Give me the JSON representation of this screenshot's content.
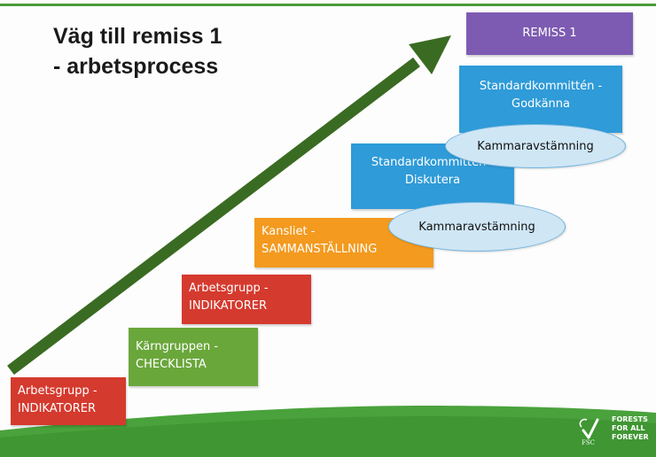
{
  "title": {
    "line1": "Väg till remiss 1",
    "line2": "- arbetsprocess"
  },
  "steps": [
    {
      "line1": "Arbetsgrupp -",
      "line2": "INDIKATORER",
      "color": "#d53a2e"
    },
    {
      "line1": "Kärngruppen -",
      "line2": "CHECKLISTA",
      "color": "#6aa73b"
    },
    {
      "line1": "Arbetsgrupp -",
      "line2": "INDIKATORER",
      "color": "#d53a2e"
    },
    {
      "line1": "Kansliet -",
      "line2": "SAMMANSTÄLLNING",
      "color": "#f39a1f"
    },
    {
      "line1": "Standardkommittén -",
      "line2": "Diskutera",
      "color": "#2f9bd8"
    },
    {
      "line1": "Standardkommittén -",
      "line2": "Godkänna",
      "color": "#2f9bd8"
    },
    {
      "line1": "REMISS 1",
      "color": "#7d5bb2"
    }
  ],
  "callouts": [
    {
      "label": "Kammaravstämning"
    },
    {
      "label": "Kammaravstämning"
    }
  ],
  "logo": {
    "mark": "FSC",
    "tagline": [
      "FORESTS",
      "FOR ALL",
      "FOREVER"
    ],
    "icon": "fsc-tree-check-icon"
  },
  "colors": {
    "arrow": "#3a6b22",
    "ground": "#4aa23c"
  }
}
